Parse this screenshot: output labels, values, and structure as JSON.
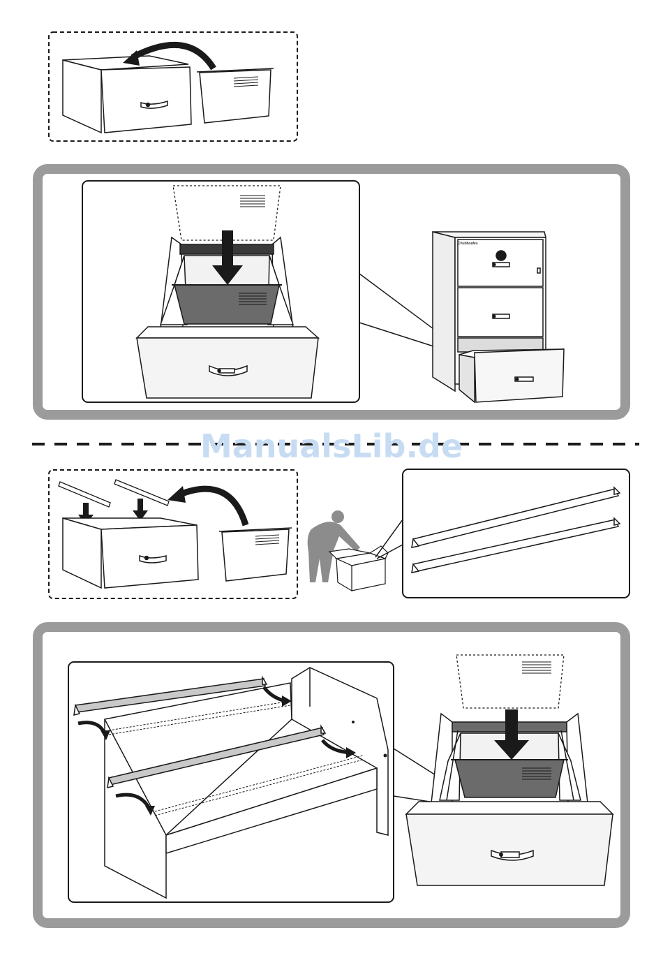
{
  "watermark": "ManualsLib.de",
  "cabinet_brand": "Chubbsafes",
  "colors": {
    "panel_frame": "#9b9b9b",
    "line": "#1a1a1a",
    "drawer_fill": "#f4f4f4",
    "shade_dark": "#6b6b6b",
    "shade_mid": "#a9a9a9",
    "rail_fill": "#c9c9c9",
    "watermark": "#c7dcf3"
  },
  "steps": [
    {
      "id": "step-1",
      "description_icon": "remove-drawer-front-icon"
    },
    {
      "id": "step-2",
      "description_icon": "insert-file-folder-icon"
    },
    {
      "id": "step-3",
      "description_icon": "install-hanging-rails-icon"
    },
    {
      "id": "step-4",
      "description_icon": "insert-file-with-rails-icon"
    }
  ]
}
